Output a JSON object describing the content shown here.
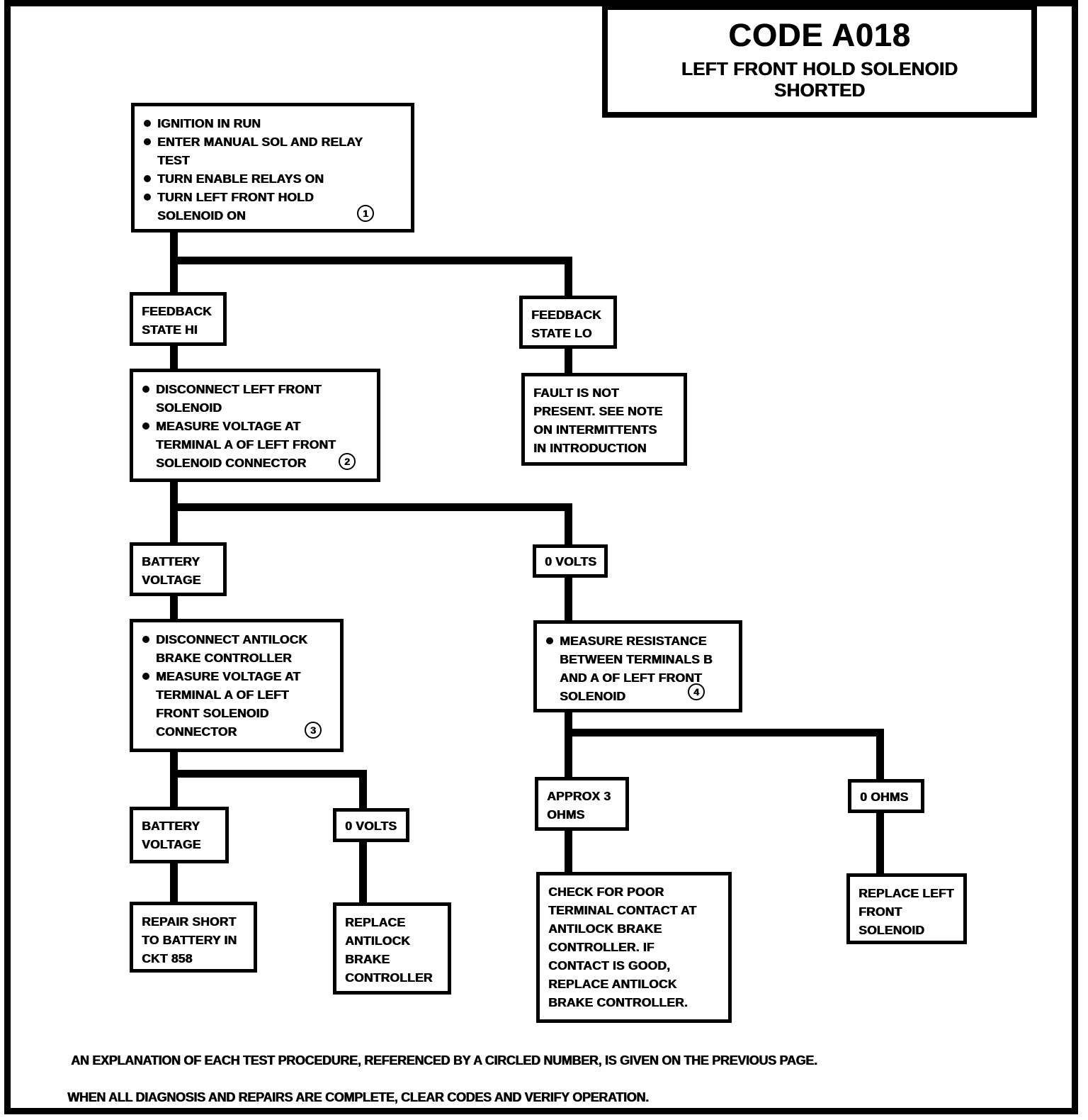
{
  "title": {
    "code": "CODE A018",
    "subtitle_line1": "LEFT FRONT HOLD SOLENOID",
    "subtitle_line2": "SHORTED"
  },
  "nodes": {
    "step1": {
      "items": [
        {
          "lines": [
            "IGNITION IN RUN"
          ]
        },
        {
          "lines": [
            "ENTER MANUAL SOL AND RELAY",
            "TEST"
          ]
        },
        {
          "lines": [
            "TURN ENABLE RELAYS ON"
          ]
        },
        {
          "lines": [
            "TURN LEFT FRONT HOLD",
            "SOLENOID ON"
          ]
        }
      ],
      "ref": "1"
    },
    "feedback_hi": {
      "lines": [
        "FEEDBACK",
        "STATE HI"
      ]
    },
    "feedback_lo": {
      "lines": [
        "FEEDBACK",
        "STATE LO"
      ]
    },
    "step2": {
      "items": [
        {
          "lines": [
            "DISCONNECT LEFT FRONT",
            "SOLENOID"
          ]
        },
        {
          "lines": [
            "MEASURE VOLTAGE AT",
            "TERMINAL A OF LEFT FRONT",
            "SOLENOID CONNECTOR"
          ]
        }
      ],
      "ref": "2"
    },
    "fault_not_present": {
      "lines": [
        "FAULT IS NOT",
        "PRESENT. SEE NOTE",
        "ON INTERMITTENTS",
        "IN INTRODUCTION"
      ]
    },
    "battery_voltage_1": {
      "lines": [
        "BATTERY",
        "VOLTAGE"
      ]
    },
    "zero_volts_1": {
      "lines": [
        "0 VOLTS"
      ]
    },
    "step3": {
      "items": [
        {
          "lines": [
            "DISCONNECT ANTILOCK",
            "BRAKE CONTROLLER"
          ]
        },
        {
          "lines": [
            "MEASURE VOLTAGE AT",
            "TERMINAL A OF LEFT",
            "FRONT SOLENOID",
            "CONNECTOR"
          ]
        }
      ],
      "ref": "3"
    },
    "step4": {
      "items": [
        {
          "lines": [
            "MEASURE RESISTANCE",
            "BETWEEN TERMINALS B",
            "AND A OF LEFT FRONT",
            "SOLENOID"
          ]
        }
      ],
      "ref": "4"
    },
    "battery_voltage_2": {
      "lines": [
        "BATTERY",
        "VOLTAGE"
      ]
    },
    "zero_volts_2": {
      "lines": [
        "0 VOLTS"
      ]
    },
    "repair_short": {
      "lines": [
        "REPAIR SHORT",
        "TO BATTERY IN",
        "CKT 858"
      ]
    },
    "replace_abc": {
      "lines": [
        "REPLACE",
        "ANTILOCK",
        "BRAKE",
        "CONTROLLER"
      ]
    },
    "approx_3_ohms": {
      "lines": [
        "APPROX 3",
        "OHMS"
      ]
    },
    "zero_ohms": {
      "lines": [
        "0 OHMS"
      ]
    },
    "check_poor_contact": {
      "lines": [
        "CHECK FOR POOR",
        "TERMINAL CONTACT AT",
        "ANTILOCK BRAKE",
        "CONTROLLER. IF",
        "CONTACT IS GOOD,",
        "REPLACE ANTILOCK",
        "BRAKE CONTROLLER."
      ]
    },
    "replace_lfs": {
      "lines": [
        "REPLACE LEFT",
        "FRONT",
        "SOLENOID"
      ]
    }
  },
  "footer": {
    "line1": "AN EXPLANATION OF EACH TEST PROCEDURE, REFERENCED BY A CIRCLED NUMBER, IS GIVEN ON THE PREVIOUS PAGE.",
    "line2": "WHEN ALL DIAGNOSIS AND REPAIRS ARE COMPLETE, CLEAR CODES AND VERIFY OPERATION."
  }
}
